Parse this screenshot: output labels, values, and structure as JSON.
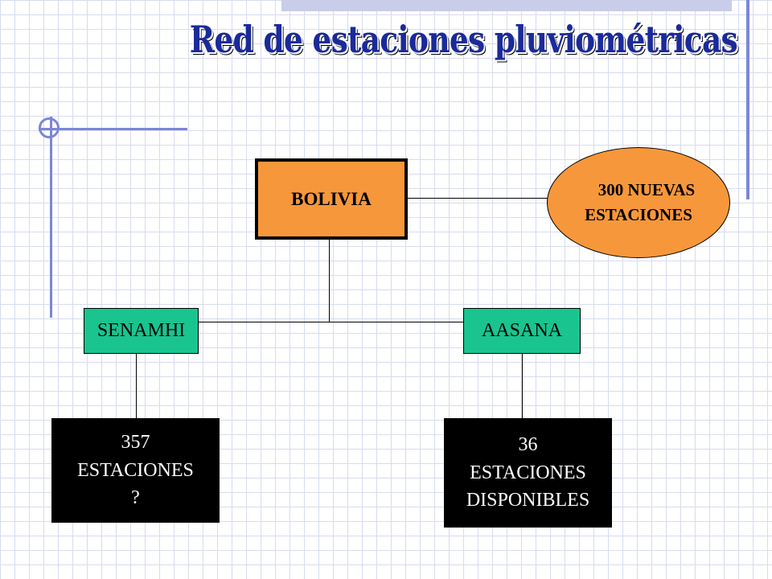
{
  "title": "Red de estaciones pluviométricas",
  "nodes": {
    "bolivia": "BOLIVIA",
    "nuevas": {
      "line1": "300 NUEVAS",
      "line2": "ESTACIONES"
    },
    "senamhi": "SENAMHI",
    "aasana": "AASANA",
    "senamhi_stations": {
      "line1": "357",
      "line2": "ESTACIONES",
      "line3": "?"
    },
    "aasana_stations": {
      "line1": "36",
      "line2": "ESTACIONES",
      "line3": "DISPONIBLES"
    }
  },
  "colors": {
    "title": "#1a2a9a",
    "orange": "#f7973b",
    "green": "#19c48f",
    "black": "#000000",
    "grid": "#d7dcef",
    "accent_lines": "#7b86d6"
  }
}
